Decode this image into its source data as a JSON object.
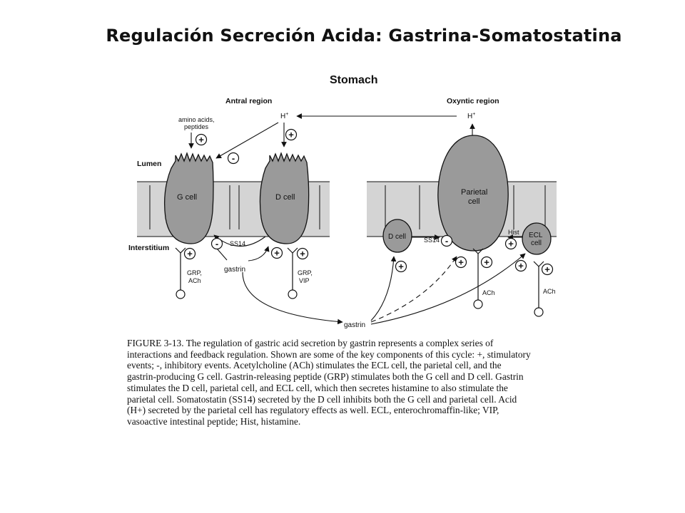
{
  "title": "Regulación Secreción Acida: Gastrina-Somatostatina",
  "diagram": {
    "stomach": "Stomach",
    "antral_region": "Antral region",
    "oxyntic_region": "Oxyntic region",
    "lumen": "Lumen",
    "interstitium": "Interstitium",
    "h_plus": "H",
    "h_plus_sup": "+",
    "amino_acids_1": "amino acids,",
    "amino_acids_2": "peptides",
    "g_cell": "G cell",
    "d_cell": "D cell",
    "parietal_1": "Parietal",
    "parietal_2": "cell",
    "ecl_1": "ECL",
    "ecl_2": "cell",
    "ss14": "SS14",
    "hist": "Hist",
    "gastrin": "gastrin",
    "grp_ach_1": "GRP,",
    "grp_ach_2": "ACh",
    "grp_vip_1": "GRP,",
    "grp_vip_2": "VIP",
    "ach": "ACh",
    "plus": "+",
    "minus": "-"
  },
  "caption_lines": [
    "FIGURE 3-13. The regulation of gastric acid secretion by gastrin represents a complex series of",
    "interactions and feedback regulation. Shown are some of the key components of this cycle: +, stimulatory",
    "events; -, inhibitory events. Acetylcholine (ACh) stimulates the ECL cell, the parietal cell, and the",
    "gastrin-producing G cell. Gastrin-releasing peptide (GRP) stimulates both the G cell and D cell. Gastrin",
    "stimulates the D cell, parietal cell, and ECL cell, which then secretes histamine to also stimulate the",
    "parietal cell. Somatostatin (SS14) secreted by the D cell inhibits both the G cell and parietal cell. Acid",
    "(H+) secreted by the parietal cell has regulatory effects as well. ECL, enterochromaffin-like; VIP,",
    "vasoactive intestinal peptide; Hist, histamine."
  ],
  "colors": {
    "membrane": "#d4d4d4",
    "cell": "#9a9a9a",
    "ink": "#111111"
  }
}
